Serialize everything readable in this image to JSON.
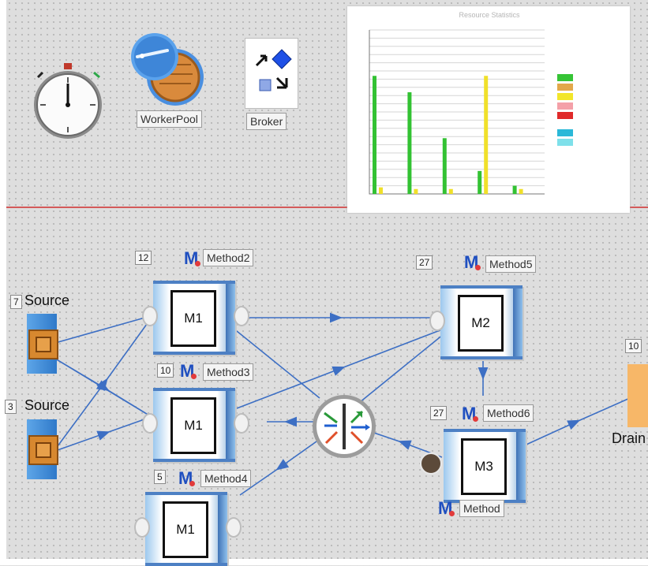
{
  "toolbar": {
    "worker_pool_label": "WorkerPool",
    "broker_label": "Broker"
  },
  "chart_data": {
    "type": "bar",
    "title": "Resource Statistics",
    "categories": [
      "",
      "",
      "",
      "",
      ""
    ],
    "series": [
      {
        "color": "#33c233",
        "values": [
          0.72,
          0.62,
          0.34,
          0.14,
          0.05
        ]
      },
      {
        "color": "#f0e02a",
        "values": [
          0.04,
          0.03,
          0.03,
          0.72,
          0.03
        ]
      }
    ],
    "ylim": [
      0,
      1
    ],
    "legend_placement": "right",
    "legend_colors": [
      "#36c436",
      "#e2a84a",
      "#f2e62a",
      "#f4a0a8",
      "#e02a2a",
      "#2ab8d8",
      "#7ee0ea"
    ],
    "grid": true
  },
  "stations": {
    "machine_top": {
      "label": "M1",
      "count": "12",
      "method": "Method2"
    },
    "machine_mid": {
      "label": "M1",
      "count": "10",
      "method": "Method3"
    },
    "machine_bottom": {
      "label": "M1",
      "count": "5",
      "method": "Method4"
    },
    "machine_m2": {
      "label": "M2",
      "count": "27",
      "method": "Method5"
    },
    "machine_m3": {
      "label": "M3",
      "count": "27",
      "method_top": "Method6",
      "method_bottom": "Method"
    }
  },
  "sources": [
    {
      "label": "Source",
      "count": "7"
    },
    {
      "label": "Source",
      "count": "3"
    }
  ],
  "drain": {
    "label": "Drain",
    "count": "10"
  },
  "icons": {
    "method": "M",
    "event_controller": "stopwatch-icon",
    "worker_pool": "worker-pool-icon",
    "broker": "broker-icon",
    "flow_control": "flow-control-icon"
  },
  "colors": {
    "connector": "#3d6fc4",
    "machine_accent": "#4d80c4",
    "divider": "#d45a5a"
  }
}
